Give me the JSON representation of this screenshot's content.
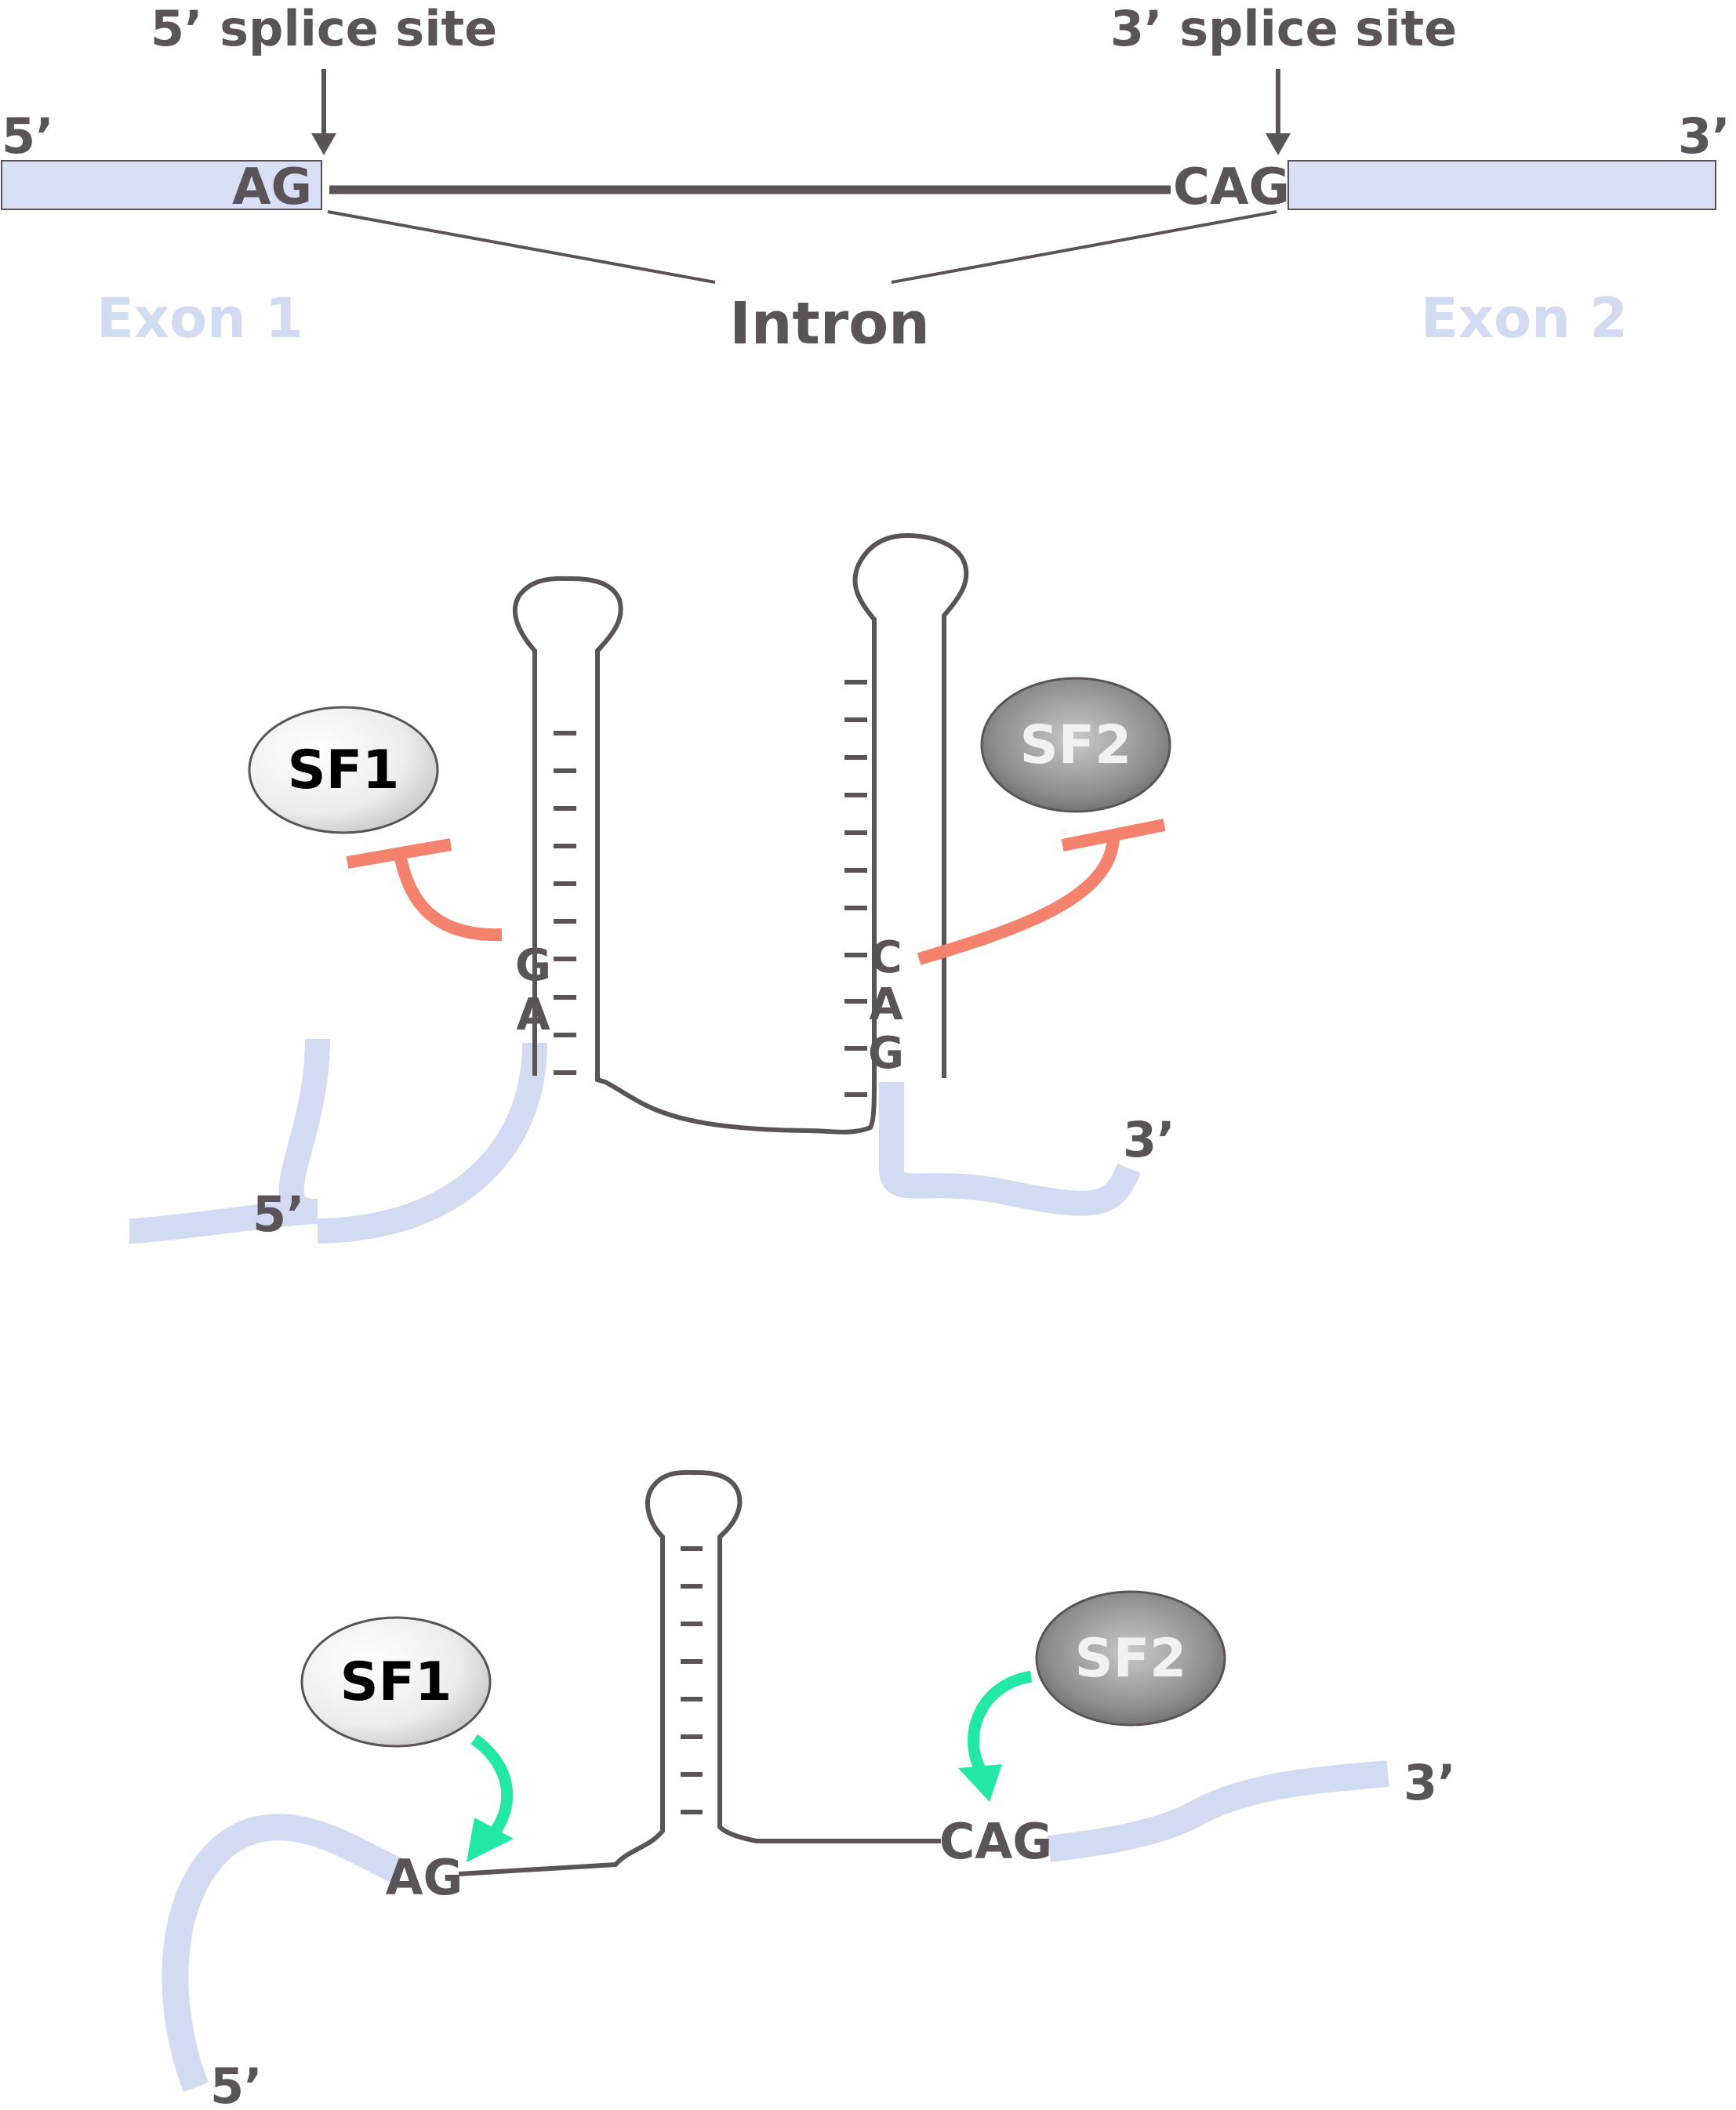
{
  "colors": {
    "strand": "#5a5358",
    "exon": "#d3dbf2",
    "inhibition": "#f4826c",
    "activation": "#22e8a6"
  },
  "panel_top": {
    "label_5_splice_site": "5’ splice site",
    "label_3_splice_site": "3’ splice site",
    "end_5": "5’",
    "end_3": "3’",
    "seq_5_site": "AG",
    "seq_3_site": "CAG",
    "exon1": "Exon 1",
    "exon2": "Exon 2",
    "intron": "Intron"
  },
  "panel_middle": {
    "factor_1": "SF1",
    "factor_2": "SF2",
    "left_bases": [
      "G",
      "A"
    ],
    "right_bases": [
      "C",
      "A",
      "G"
    ],
    "end_5": "5’",
    "end_3": "3’"
  },
  "panel_bottom": {
    "factor_1": "SF1",
    "factor_2": "SF2",
    "seq_5_site": "AG",
    "seq_3_site": "CAG",
    "end_5": "5’",
    "end_3": "3’"
  }
}
